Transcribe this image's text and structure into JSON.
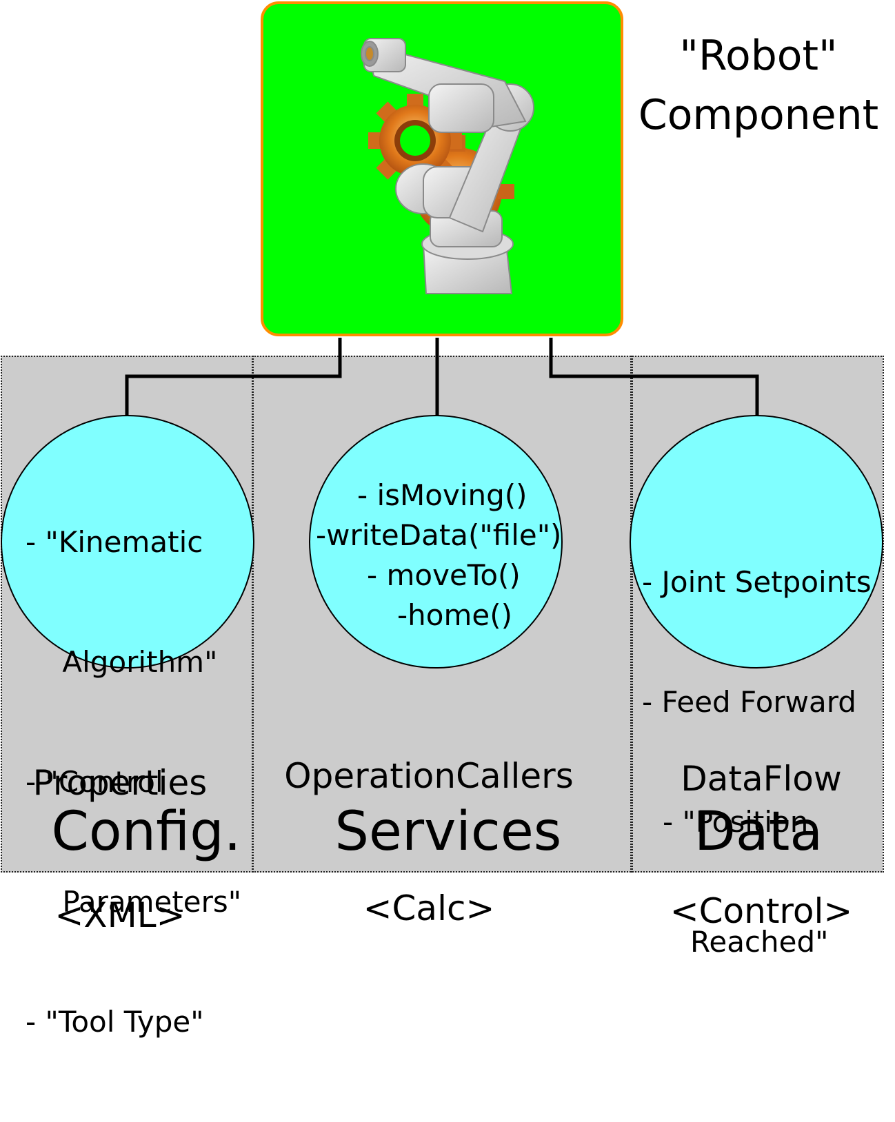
{
  "title": {
    "line1": "\"Robot\"",
    "line2": "Component"
  },
  "robot": {
    "image_desc": "robot-arm-with-gears",
    "frame_color": "#ff8c00",
    "fill_color": "#00ff00"
  },
  "colors": {
    "circle_fill": "#80ffff",
    "panel_fill": "#cccccc"
  },
  "config": {
    "items": [
      "- \"Kinematic",
      "    Algorithm\"",
      "- \"Control",
      "    Parameters\"",
      "- \"Tool Type\""
    ],
    "label1": "Properties",
    "label2": "<XML>",
    "section": "Config."
  },
  "services": {
    "items": [
      "- isMoving()",
      "-writeData(\"file\")",
      "- moveTo()",
      "-home()"
    ],
    "label1": "OperationCallers",
    "label2": "<Calc>",
    "section": "Services"
  },
  "data": {
    "items": [
      "- Joint Setpoints",
      "- Feed Forward",
      "- \"Position",
      "   Reached\""
    ],
    "label1": "DataFlow",
    "label2": "<Control>",
    "section": "Data"
  }
}
